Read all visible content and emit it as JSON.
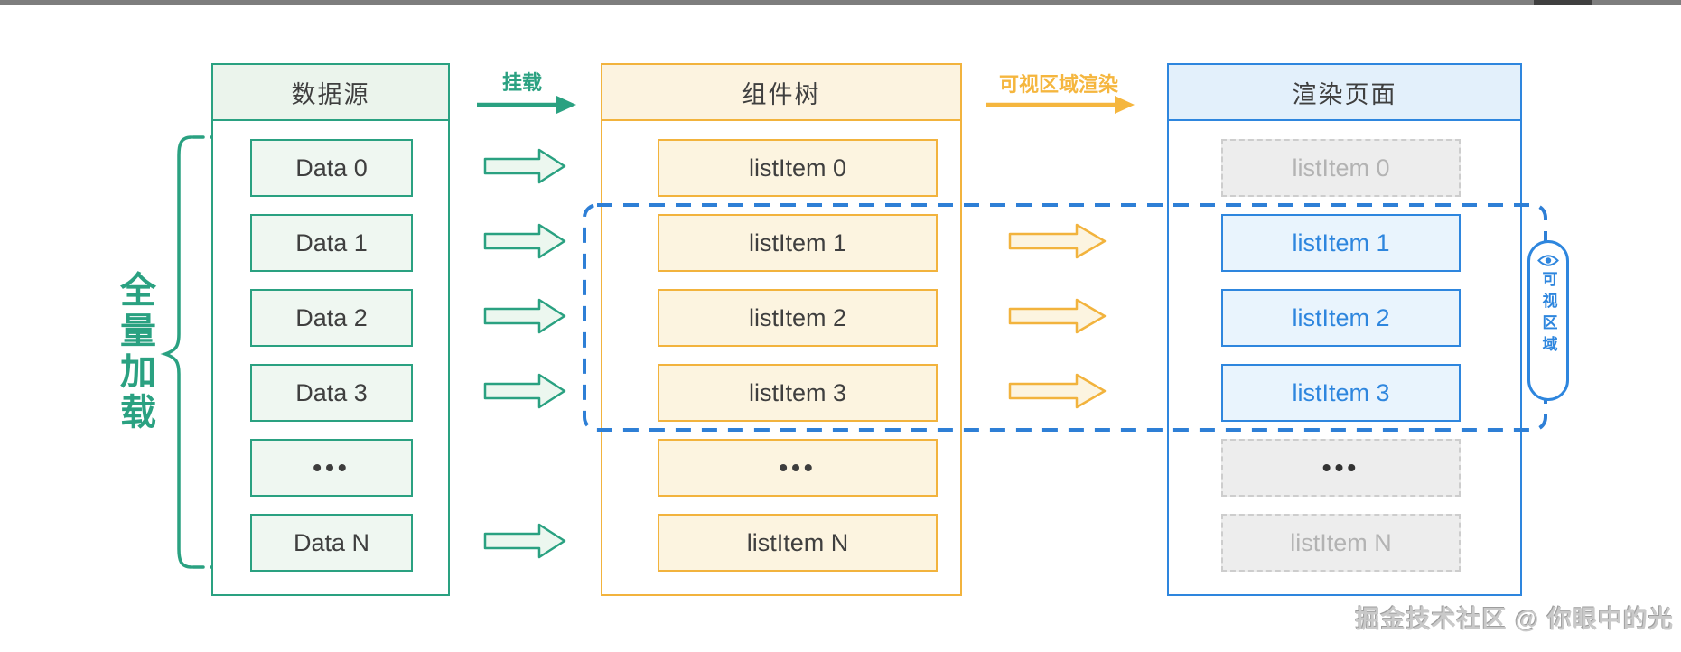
{
  "annotations": {
    "full_load_label": "全量加载",
    "mount_arrow_label": "挂载",
    "viewport_render_arrow_label": "可视区域渲染",
    "viewport_badge_label": "可视区域"
  },
  "columns": {
    "data_source": {
      "title": "数据源",
      "items": [
        "Data 0",
        "Data 1",
        "Data 2",
        "Data 3",
        "•••",
        "Data N"
      ]
    },
    "component_tree": {
      "title": "组件树",
      "items": [
        "listItem 0",
        "listItem 1",
        "listItem 2",
        "listItem 3",
        "•••",
        "listItem N"
      ]
    },
    "rendered_page": {
      "title": "渲染页面",
      "items": [
        "listItem 0",
        "listItem 1",
        "listItem 2",
        "listItem 3",
        "•••",
        "listItem N"
      ],
      "highlighted_indices": [
        1,
        2,
        3
      ]
    }
  },
  "watermark": "掘金技术社区 @ 你眼中的光",
  "colors": {
    "green": "#2aa181",
    "green_fill": "#eff7f1",
    "orange": "#f2b33d",
    "orange_fill": "#fcf4e0",
    "blue": "#2e86de",
    "blue_fill": "#e9f4fd",
    "ghost_fill": "#ededed",
    "ghost_text": "#b3b3b3"
  }
}
